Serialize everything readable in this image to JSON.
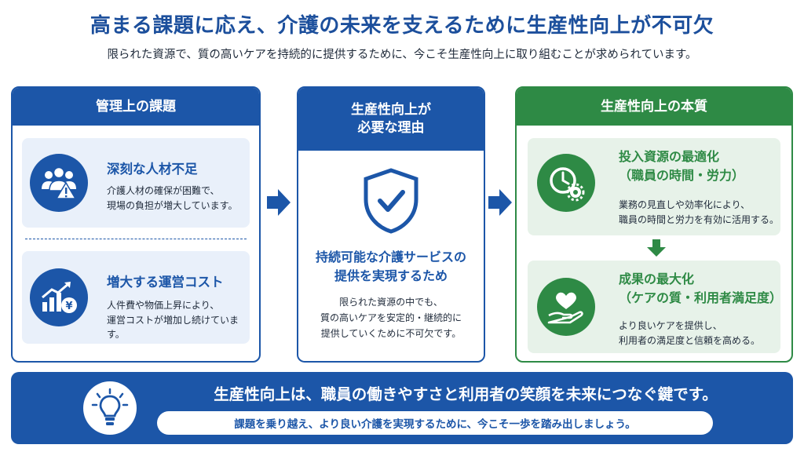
{
  "header": {
    "title": "高まる課題に応え、介護の未来を支えるために生産性向上が不可欠",
    "subtitle": "限られた資源で、質の高いケアを持続的に提供するために、今こそ生産性向上に取り組むことが求められています。"
  },
  "left_panel": {
    "heading": "管理上の課題",
    "items": [
      {
        "icon": "people-warning-icon",
        "title": "深刻な人材不足",
        "line1": "介護人材の確保が困難で、",
        "line2": "現場の負担が増大しています。"
      },
      {
        "icon": "rising-cost-yen-icon",
        "title": "増大する運営コスト",
        "line1": "人件費や物価上昇により、",
        "line2": "運営コストが増加し続けています。"
      }
    ]
  },
  "middle_panel": {
    "heading_line1": "生産性向上が",
    "heading_line2": "必要な理由",
    "icon": "shield-check-icon",
    "title_line1": "持続可能な介護サービスの",
    "title_line2": "提供を実現するため",
    "line1": "限られた資源の中でも、",
    "line2": "質の高いケアを安定的・継続的に",
    "line3": "提供していくために不可欠です。"
  },
  "right_panel": {
    "heading": "生産性向上の本質",
    "items": [
      {
        "icon": "clock-gear-icon",
        "title_line1": "投入資源の最適化",
        "title_line2": "（職員の時間・労力）",
        "line1": "業務の見直しや効率化により、",
        "line2": "職員の時間と労力を有効に活用する。"
      },
      {
        "icon": "heart-hand-icon",
        "title_line1": "成果の最大化",
        "title_line2": "（ケアの質・利用者満足度）",
        "line1": "より良いケアを提供し、",
        "line2": "利用者の満足度と信頼を高める。"
      }
    ]
  },
  "banner": {
    "icon": "lightbulb-icon",
    "main": "生産性向上は、職員の働きやすさと利用者の笑顔を未来につなぐ鍵です。",
    "sub": "課題を乗り越え、より良い介護を実現するために、今こそ一歩を踏み出しましょう。"
  },
  "colors": {
    "blue": "#1c56a8",
    "green": "#2e8a45",
    "light_blue": "#e9f0fa",
    "light_green": "#e7f2e9"
  }
}
